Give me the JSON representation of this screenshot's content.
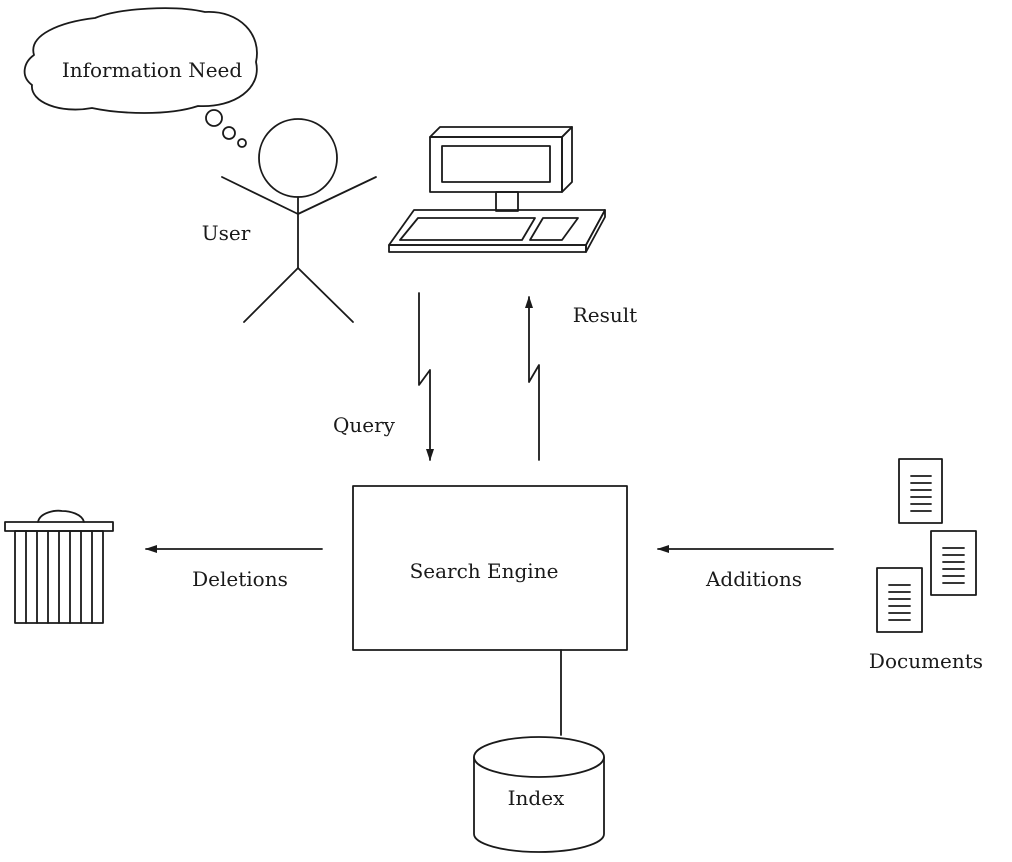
{
  "labels": {
    "information_need": "Information Need",
    "user": "User",
    "result": "Result",
    "query": "Query",
    "search_engine": "Search Engine",
    "deletions": "Deletions",
    "additions": "Additions",
    "documents": "Documents",
    "index": "Index"
  },
  "colors": {
    "stroke": "#1a1a1a",
    "background": "#ffffff"
  }
}
